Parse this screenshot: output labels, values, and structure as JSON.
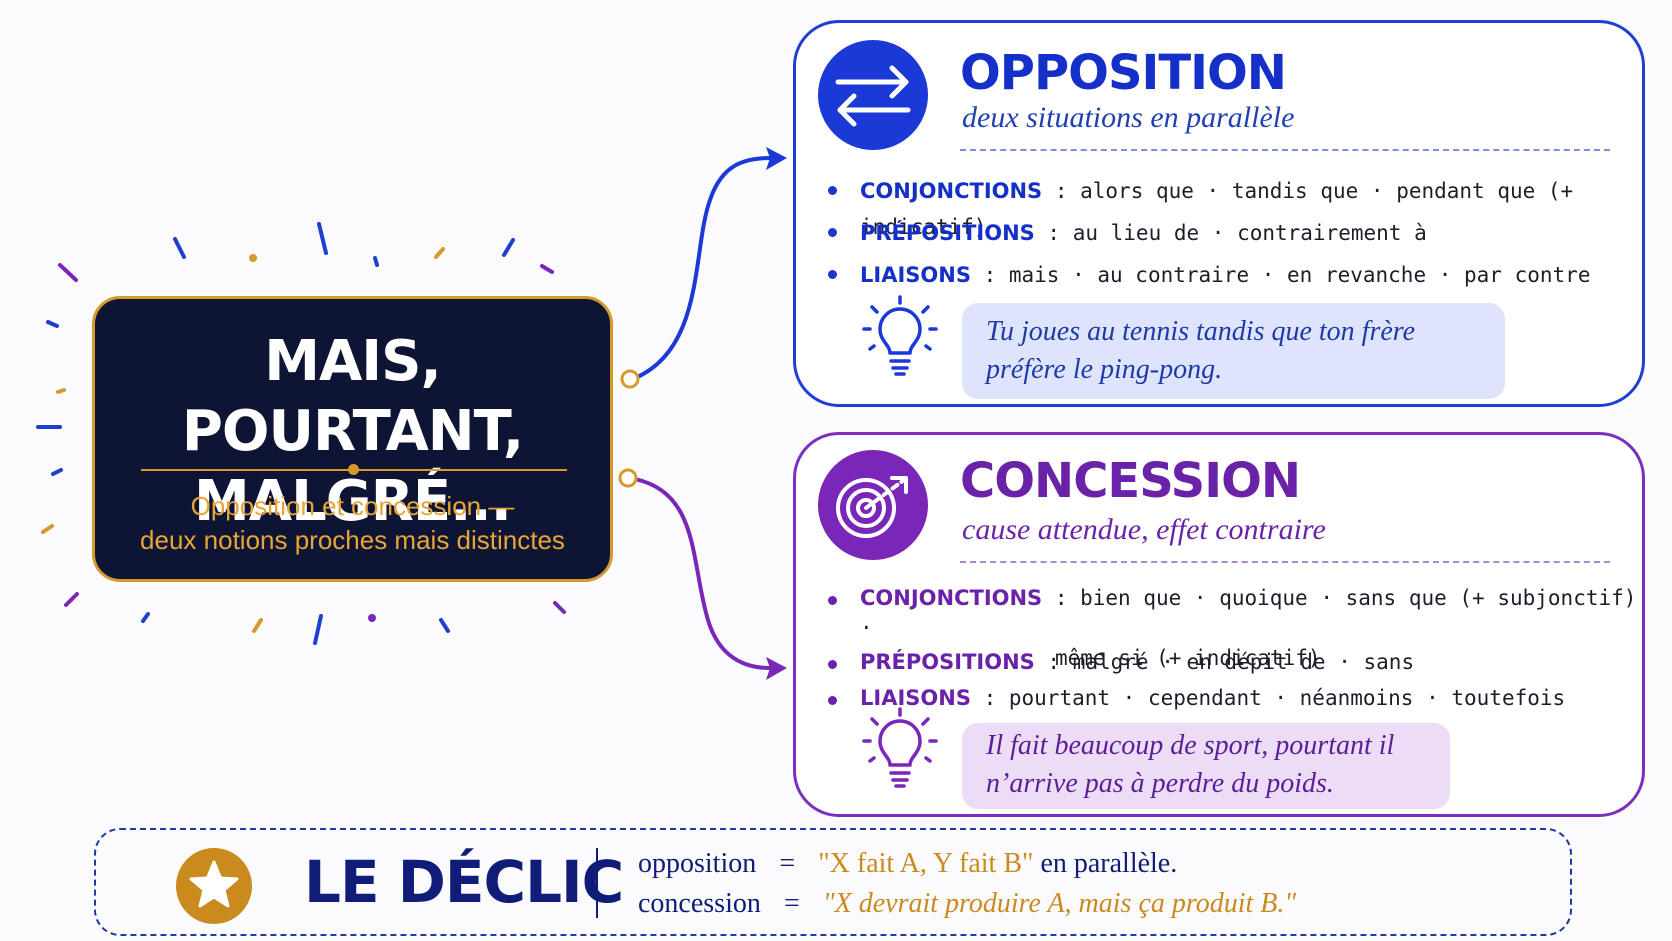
{
  "colors": {
    "navy": "#0e1534",
    "gold": "#d59a2c",
    "blue": "#1a39d6",
    "purple": "#7a26b8",
    "declic_text": "#0f1c78"
  },
  "main": {
    "title_line1": "MAIS, POURTANT,",
    "title_line2": "MALGRÉ...",
    "subtitle_line1": "Opposition et concession —",
    "subtitle_line2": "deux notions proches mais distinctes"
  },
  "opposition": {
    "icon": "swap-arrows-icon",
    "title": "OPPOSITION",
    "subtitle": "deux situations en parallèle",
    "rows": [
      {
        "label": "CONJONCTIONS",
        "sep": " : ",
        "text": "alors que · tandis que · pendant que (+ indicatif)"
      },
      {
        "label": "PRÉPOSITIONS",
        "sep": " : ",
        "text": "au lieu de · contrairement à"
      },
      {
        "label": "LIAISONS",
        "sep": " : ",
        "text": "mais · au contraire · en revanche · par contre"
      }
    ],
    "example_icon": "lightbulb-icon",
    "example_line1": "Tu joues au tennis tandis que ton frère",
    "example_line2": "préfère le ping-pong."
  },
  "concession": {
    "icon": "target-arrow-icon",
    "title": "CONCESSION",
    "subtitle": "cause attendue, effet contraire",
    "rows": [
      {
        "label": "CONJONCTIONS",
        "sep": " : ",
        "text": "bien que · quoique · sans que (+ subjonctif) ·",
        "text2": "même si (+ indicatif)"
      },
      {
        "label": "PRÉPOSITIONS",
        "sep": " : ",
        "text": "malgré · en dépit de · sans"
      },
      {
        "label": "LIAISONS",
        "sep": " : ",
        "text": "pourtant · cependant · néanmoins · toutefois"
      }
    ],
    "example_icon": "lightbulb-icon",
    "example_line1": "Il fait beaucoup de sport, pourtant il",
    "example_line2": "n’arrive pas à perdre du poids."
  },
  "declic": {
    "icon": "star-icon",
    "title": "LE DÉCLIC",
    "line1_term": "opposition",
    "line1_eq": "=",
    "line1_quote": "\"X fait A, Y fait B\"",
    "line1_tail": " en parallèle.",
    "line2_term": "concession",
    "line2_eq": "=",
    "line2_quote": "\"X devrait produire A, mais ça produit B.\""
  }
}
